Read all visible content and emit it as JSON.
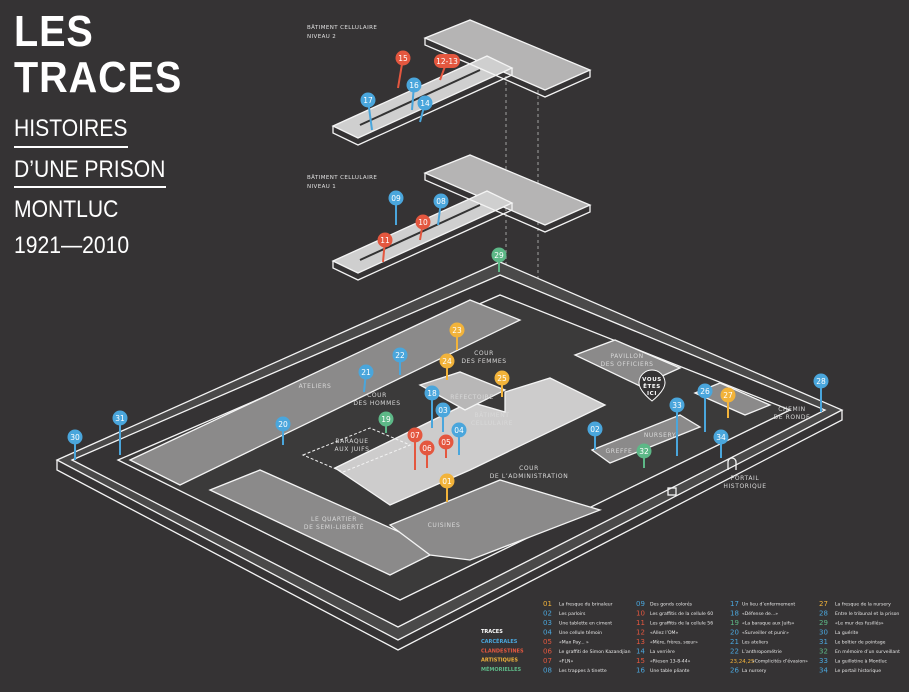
{
  "title": {
    "line1": "LES",
    "line2": "TRACES",
    "line3": "HISTOIRES",
    "line4": "D’UNE PRISON",
    "line5": "MONTLUC",
    "line6": "1921—2010"
  },
  "levels": {
    "level2": [
      "BÂTIMENT CELLULAIRE",
      "NIVEAU 2"
    ],
    "level1": [
      "BÂTIMENT CELLULAIRE",
      "NIVEAU 1"
    ]
  },
  "places": {
    "ateliers": "ATELIERS",
    "cour_hommes": [
      "COUR",
      "DES HOMMES"
    ],
    "cour_femmes": [
      "COUR",
      "DES FEMMES"
    ],
    "refectoire": "RÉFECTOIRE",
    "batiment": [
      "BÂTIMENT",
      "CELLULAIRE"
    ],
    "pavillon": [
      "PAVILLON",
      "DES OFFICIERS"
    ],
    "vous": [
      "VOUS",
      "ÊTES",
      "ICI"
    ],
    "baraque": [
      "BARAQUE",
      "AUX JUIFS"
    ],
    "cour_admin": [
      "COUR",
      "DE L’ADMINISTRATION"
    ],
    "greffe": "GREFFE",
    "nursery": "NURSERY",
    "chemin": [
      "CHEMIN",
      "DE RONDE"
    ],
    "portail": [
      "PORTAIL",
      "HISTORIQUE"
    ],
    "semi": [
      "LE QUARTIER",
      "DE SEMI-LIBERTÉ"
    ],
    "cuisines": "CUISINES"
  },
  "colors": {
    "carcerales": "#4aa6dc",
    "clandestines": "#e4573f",
    "artistiques": "#f2b33a",
    "memorielles": "#5db887"
  },
  "pins": [
    {
      "n": "15",
      "cat": "clandestines"
    },
    {
      "n": "12-13",
      "cat": "clandestines"
    },
    {
      "n": "16",
      "cat": "carcerales"
    },
    {
      "n": "14",
      "cat": "carcerales"
    },
    {
      "n": "17",
      "cat": "carcerales"
    },
    {
      "n": "09",
      "cat": "carcerales"
    },
    {
      "n": "08",
      "cat": "carcerales"
    },
    {
      "n": "10",
      "cat": "clandestines"
    },
    {
      "n": "11",
      "cat": "clandestines"
    },
    {
      "n": "29",
      "cat": "memorielles"
    },
    {
      "n": "23",
      "cat": "artistiques"
    },
    {
      "n": "24",
      "cat": "artistiques"
    },
    {
      "n": "22",
      "cat": "carcerales"
    },
    {
      "n": "21",
      "cat": "carcerales"
    },
    {
      "n": "25",
      "cat": "artistiques"
    },
    {
      "n": "18",
      "cat": "carcerales"
    },
    {
      "n": "03",
      "cat": "carcerales"
    },
    {
      "n": "04",
      "cat": "carcerales"
    },
    {
      "n": "07",
      "cat": "clandestines"
    },
    {
      "n": "06",
      "cat": "clandestines"
    },
    {
      "n": "05",
      "cat": "clandestines"
    },
    {
      "n": "19",
      "cat": "memorielles"
    },
    {
      "n": "20",
      "cat": "carcerales"
    },
    {
      "n": "31",
      "cat": "carcerales"
    },
    {
      "n": "30",
      "cat": "carcerales"
    },
    {
      "n": "02",
      "cat": "carcerales"
    },
    {
      "n": "32",
      "cat": "memorielles"
    },
    {
      "n": "33",
      "cat": "carcerales"
    },
    {
      "n": "26",
      "cat": "carcerales"
    },
    {
      "n": "27",
      "cat": "artistiques"
    },
    {
      "n": "34",
      "cat": "carcerales"
    },
    {
      "n": "28",
      "cat": "carcerales"
    },
    {
      "n": "01",
      "cat": "artistiques"
    }
  ],
  "legend": {
    "traces_title": "TRACES",
    "categories": [
      {
        "key": "carcerales",
        "label": "CARCÉRALES"
      },
      {
        "key": "clandestines",
        "label": "CLANDESTINES"
      },
      {
        "key": "artistiques",
        "label": "ARTISTIQUES"
      },
      {
        "key": "memorielles",
        "label": "MÉMORIELLES"
      }
    ],
    "items": [
      {
        "n": "01",
        "cat": "artistiques",
        "t": "La fresque du brinaleur"
      },
      {
        "n": "02",
        "cat": "carcerales",
        "t": "Les parloirs"
      },
      {
        "n": "03",
        "cat": "carcerales",
        "t": "Une tablette en ciment"
      },
      {
        "n": "04",
        "cat": "carcerales",
        "t": "Une cellule témoin"
      },
      {
        "n": "05",
        "cat": "clandestines",
        "t": "«Max Pay... »"
      },
      {
        "n": "06",
        "cat": "clandestines",
        "t": "Le graffiti de Simon Kazandjian"
      },
      {
        "n": "07",
        "cat": "clandestines",
        "t": "«FLN»"
      },
      {
        "n": "08",
        "cat": "carcerales",
        "t": "Les trappes à tinette"
      },
      {
        "n": "09",
        "cat": "carcerales",
        "t": "Des gonds colorés"
      },
      {
        "n": "10",
        "cat": "clandestines",
        "t": "Les graffitis de la cellule 60"
      },
      {
        "n": "11",
        "cat": "clandestines",
        "t": "Les graffitis de la cellule 56"
      },
      {
        "n": "12",
        "cat": "clandestines",
        "t": "«Allez l’OM»"
      },
      {
        "n": "13",
        "cat": "clandestines",
        "t": "«Mère, frères, sœur»"
      },
      {
        "n": "14",
        "cat": "carcerales",
        "t": "La verrière"
      },
      {
        "n": "15",
        "cat": "clandestines",
        "t": "«Riesen 13-8-44»"
      },
      {
        "n": "16",
        "cat": "carcerales",
        "t": "Une table pliante"
      },
      {
        "n": "17",
        "cat": "carcerales",
        "t": "Un lieu d’enfermement"
      },
      {
        "n": "18",
        "cat": "carcerales",
        "t": "«Défense de...»"
      },
      {
        "n": "19",
        "cat": "memorielles",
        "t": "«La baraque aux Juifs»"
      },
      {
        "n": "20",
        "cat": "carcerales",
        "t": "«Surveiller et punir»"
      },
      {
        "n": "21",
        "cat": "carcerales",
        "t": "Les ateliers"
      },
      {
        "n": "22",
        "cat": "carcerales",
        "t": "L’anthropométrie"
      },
      {
        "n": "23,24,25",
        "cat": "artistiques",
        "t": "«Complicités d’évasion»"
      },
      {
        "n": "26",
        "cat": "carcerales",
        "t": "La nursery"
      },
      {
        "n": "27",
        "cat": "artistiques",
        "t": "La fresque de la nursery"
      },
      {
        "n": "28",
        "cat": "carcerales",
        "t": "Entre le tribunal et la prison"
      },
      {
        "n": "29",
        "cat": "memorielles",
        "t": "«Le mur des fusillés»"
      },
      {
        "n": "30",
        "cat": "carcerales",
        "t": "La guérite"
      },
      {
        "n": "31",
        "cat": "carcerales",
        "t": "Le boîtier de pointage"
      },
      {
        "n": "32",
        "cat": "memorielles",
        "t": "En mémoire d’un surveillant"
      },
      {
        "n": "33",
        "cat": "carcerales",
        "t": "La guillotine à Montluc"
      },
      {
        "n": "34",
        "cat": "carcerales",
        "t": "Le portail historique"
      }
    ]
  }
}
